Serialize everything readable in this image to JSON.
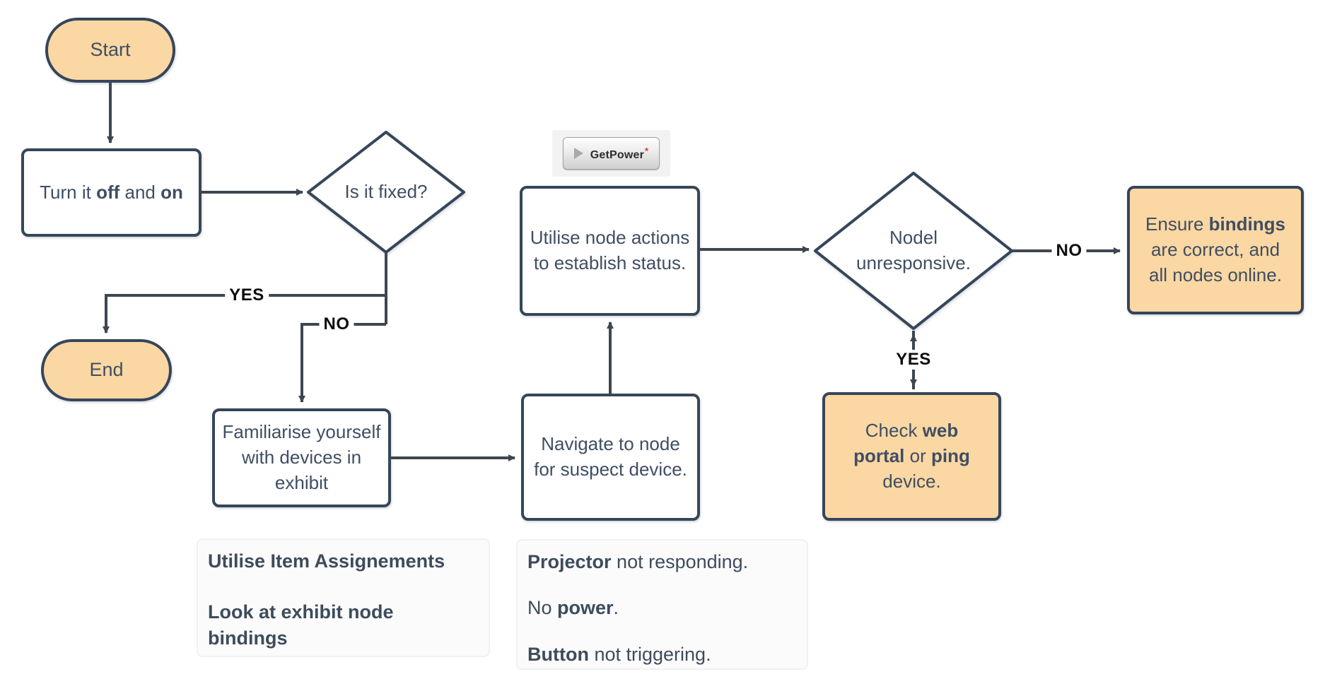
{
  "colors": {
    "node_fill_orange": "#fbd7a3",
    "node_border": "#36465a",
    "node_text": "#3f4e63",
    "connector": "#3f464f",
    "edge_label_text": "#0d0d0d",
    "button_red_mark": "#e0352b"
  },
  "nodes": {
    "start": {
      "label": "Start"
    },
    "turn": {
      "r0": "Turn it ",
      "r1": "off",
      "r2": " and ",
      "r3": "on"
    },
    "fixed": {
      "label": "Is it fixed?"
    },
    "end": {
      "label": "End"
    },
    "familiarise": {
      "label": "Familiarise yourself with devices in exhibit"
    },
    "navigate": {
      "label": "Navigate to node for suspect device."
    },
    "utilise": {
      "label": "Utilise node actions to establish status."
    },
    "nodel": {
      "label": "Nodel unresponsive."
    },
    "ensure": {
      "r0": "Ensure ",
      "r1": "bindings",
      "r2": " are correct, and all nodes online."
    },
    "check": {
      "r0": "Check ",
      "r1": "web portal",
      "r2": " or ",
      "r3": "ping",
      "r4": " device."
    }
  },
  "edges": {
    "yes_left": "YES",
    "no_left": "NO",
    "no_right": "NO",
    "yes_down": "YES"
  },
  "button": {
    "label": "GetPower",
    "red_mark": "*"
  },
  "notes": {
    "left": {
      "line1": "Utilise Item Assignements",
      "line2": "Look at exhibit node bindings"
    },
    "right": {
      "p1_bold": "Projector",
      "p1_rest": " not responding.",
      "p2_pre": "No ",
      "p2_bold": "power",
      "p2_rest": ".",
      "p3_bold": "Button",
      "p3_rest": " not triggering."
    }
  }
}
